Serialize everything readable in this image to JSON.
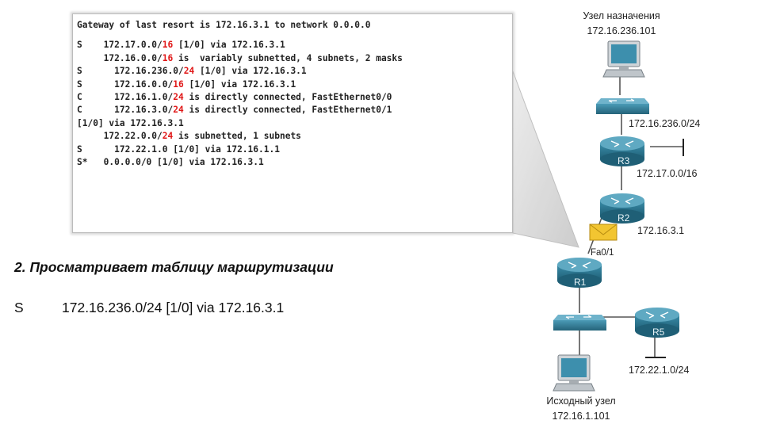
{
  "routing_table": {
    "lines": [
      [
        {
          "t": "Gateway of last resort is 172.16.3.1 to network 0.0.0.0"
        }
      ],
      [],
      [
        {
          "t": "S    172.17.0.0/"
        },
        {
          "t": "16",
          "red": true
        },
        {
          "t": " [1/0] via 172.16.3.1"
        }
      ],
      [
        {
          "t": "     172.16.0.0/"
        },
        {
          "t": "16",
          "red": true
        },
        {
          "t": " is  variably subnetted, 4 subnets, 2 masks"
        }
      ],
      [
        {
          "t": "S      172.16.236.0/"
        },
        {
          "t": "24",
          "red": true
        },
        {
          "t": " [1/0] via 172.16.3.1"
        }
      ],
      [
        {
          "t": "S      172.16.0.0/"
        },
        {
          "t": "16",
          "red": true
        },
        {
          "t": " [1/0] via 172.16.3.1"
        }
      ],
      [
        {
          "t": "C      172.16.1.0/"
        },
        {
          "t": "24",
          "red": true
        },
        {
          "t": " is directly connected, FastEthernet0/0"
        }
      ],
      [
        {
          "t": "C      172.16.3.0/"
        },
        {
          "t": "24",
          "red": true
        },
        {
          "t": " is directly connected, FastEthernet0/1"
        }
      ],
      [
        {
          "t": "[1/0] via 172.16.3.1"
        }
      ],
      [
        {
          "t": "     172.22.0.0/"
        },
        {
          "t": "24",
          "red": true
        },
        {
          "t": " is subnetted, 1 subnets"
        }
      ],
      [
        {
          "t": "S      172.22.1.0 [1/0] via 172.16.1.1"
        }
      ],
      [
        {
          "t": "S*   0.0.0.0/0 [1/0] via 172.16.3.1"
        }
      ]
    ]
  },
  "caption": "2. Просматривает таблицу маршрутизации",
  "example": {
    "code": "S",
    "route": "172.16.236.0/24 [1/0] via 172.16.3.1"
  },
  "topology": {
    "destination_label": "Узел назначения",
    "destination_ip": "172.16.236.101",
    "source_label": "Исходный узел",
    "source_ip": "172.16.1.101",
    "routers": {
      "r1": "R1",
      "r2": "R2",
      "r3": "R3",
      "r5": "R5"
    },
    "networks": {
      "net_r3_lan": "172.16.236.0/24",
      "net_r3_stub": "172.17.0.0/16",
      "net_r2_link": "172.16.3.1",
      "net_r5_stub": "172.22.1.0/24"
    },
    "interface_label": "Fa0/1",
    "colors": {
      "router_body": "#2f7e98",
      "router_top": "#5fa9c2",
      "switch_body": "#3b8aa6",
      "link": "#555555",
      "envelope": "#f2c531",
      "callout_outline": "#b9b9b9",
      "callout_fill": "#e2e2e2",
      "highlight_red": "#e01818"
    }
  }
}
